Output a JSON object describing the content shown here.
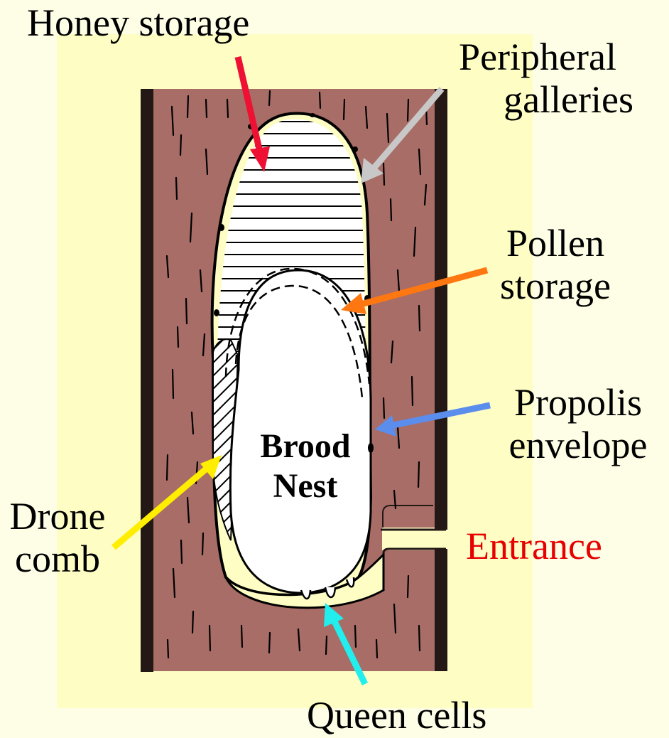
{
  "labels": {
    "honey_storage": "Honey storage",
    "peripheral_galleries": [
      "Peripheral",
      "galleries"
    ],
    "pollen_storage": [
      "Pollen",
      "storage"
    ],
    "propolis_envelope": [
      "Propolis",
      "envelope"
    ],
    "drone_comb": [
      "Drone",
      "comb"
    ],
    "entrance": "Entrance",
    "queen_cells": "Queen cells",
    "brood_nest": [
      "Brood",
      "Nest"
    ]
  },
  "colors": {
    "background": "#fefee6",
    "panel": "#fdfdc4",
    "wood": "#a86d66",
    "bark": "#231815",
    "entrance_text": "#e60000",
    "honey_arrow": "#ee1133",
    "galleries_arrow": "#c8c8c8",
    "pollen_arrow": "#ff7711",
    "propolis_arrow": "#5b8ded",
    "drone_arrow": "#ffee00",
    "queen_arrow": "#22eeee"
  }
}
